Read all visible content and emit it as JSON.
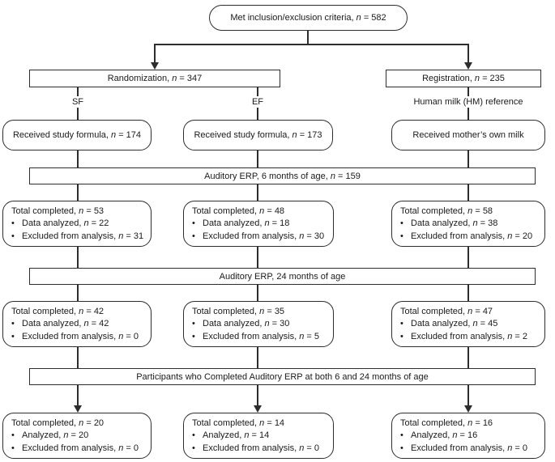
{
  "chars": {
    "bullet": "•"
  },
  "flow": {
    "top": {
      "text": "Met inclusion/exclusion criteria, n = 582"
    },
    "arms": {
      "randomization": {
        "text": "Randomization, n = 347"
      },
      "registration": {
        "text": "Registration, n = 235"
      }
    },
    "group_labels": {
      "sf": "SF",
      "ef": "EF",
      "hm": "Human milk (HM) reference"
    },
    "received": {
      "sf": {
        "text": "Received study formula, n = 174"
      },
      "ef": {
        "text": "Received study formula, n = 173"
      },
      "hm": {
        "text": "Received mother’s own milk"
      }
    },
    "bars": {
      "erp6": {
        "text": "Auditory ERP, 6 months of age, n = 159"
      },
      "erp24": {
        "text": "Auditory ERP, 24 months of age"
      },
      "both": {
        "text": "Participants who Completed Auditory ERP at both 6 and 24 months of age"
      }
    },
    "stage_6mo": {
      "sf": {
        "title": "Total completed, n = 53",
        "bullets": [
          "Data analyzed, n = 22",
          "Excluded from analysis, n = 31"
        ]
      },
      "ef": {
        "title": "Total completed, n = 48",
        "bullets": [
          "Data analyzed, n = 18",
          "Excluded from analysis, n = 30"
        ]
      },
      "hm": {
        "title": "Total completed, n = 58",
        "bullets": [
          "Data analyzed, n = 38",
          "Excluded from analysis, n = 20"
        ]
      }
    },
    "stage_24mo": {
      "sf": {
        "title": "Total completed, n = 42",
        "bullets": [
          "Data analyzed, n = 42",
          "Excluded from analysis, n = 0"
        ]
      },
      "ef": {
        "title": "Total completed, n = 35",
        "bullets": [
          "Data analyzed, n = 30",
          "Excluded from analysis, n = 5"
        ]
      },
      "hm": {
        "title": "Total completed, n = 47",
        "bullets": [
          "Data analyzed, n = 45",
          "Excluded from analysis, n = 2"
        ]
      }
    },
    "stage_both": {
      "sf": {
        "title": "Total completed, n = 20",
        "bullets": [
          "Analyzed, n = 20",
          "Excluded from analysis, n = 0"
        ]
      },
      "ef": {
        "title": "Total completed, n = 14",
        "bullets": [
          "Analyzed, n = 14",
          "Excluded from analysis, n = 0"
        ]
      },
      "hm": {
        "title": "Total completed, n = 16",
        "bullets": [
          "Analyzed, n = 16",
          "Excluded from analysis, n = 0"
        ]
      }
    }
  },
  "colors": {
    "line": "#2d2d2d",
    "text": "#1a1a1a",
    "background": "#ffffff"
  }
}
